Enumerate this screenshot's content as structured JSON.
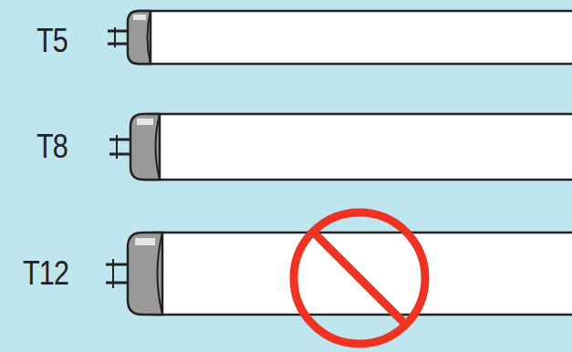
{
  "diagram": {
    "labels": [
      "T5",
      "T8",
      "T12"
    ]
  }
}
